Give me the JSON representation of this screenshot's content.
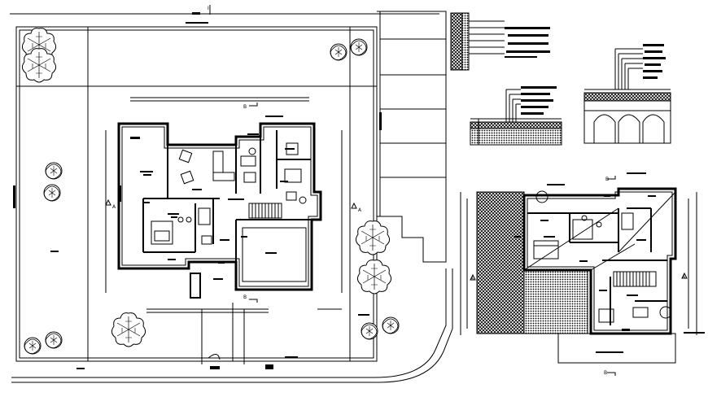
{
  "drawing": {
    "section_marks": [
      "A",
      "A",
      "A",
      "A"
    ],
    "plan_marks": [
      "B",
      "B",
      "B",
      "B"
    ],
    "top_mark": "I"
  },
  "colors": {
    "ink": "#000000",
    "paper": "#ffffff"
  },
  "icons": [
    "tree-icon",
    "section-arrow-icon",
    "door-swing-icon"
  ]
}
